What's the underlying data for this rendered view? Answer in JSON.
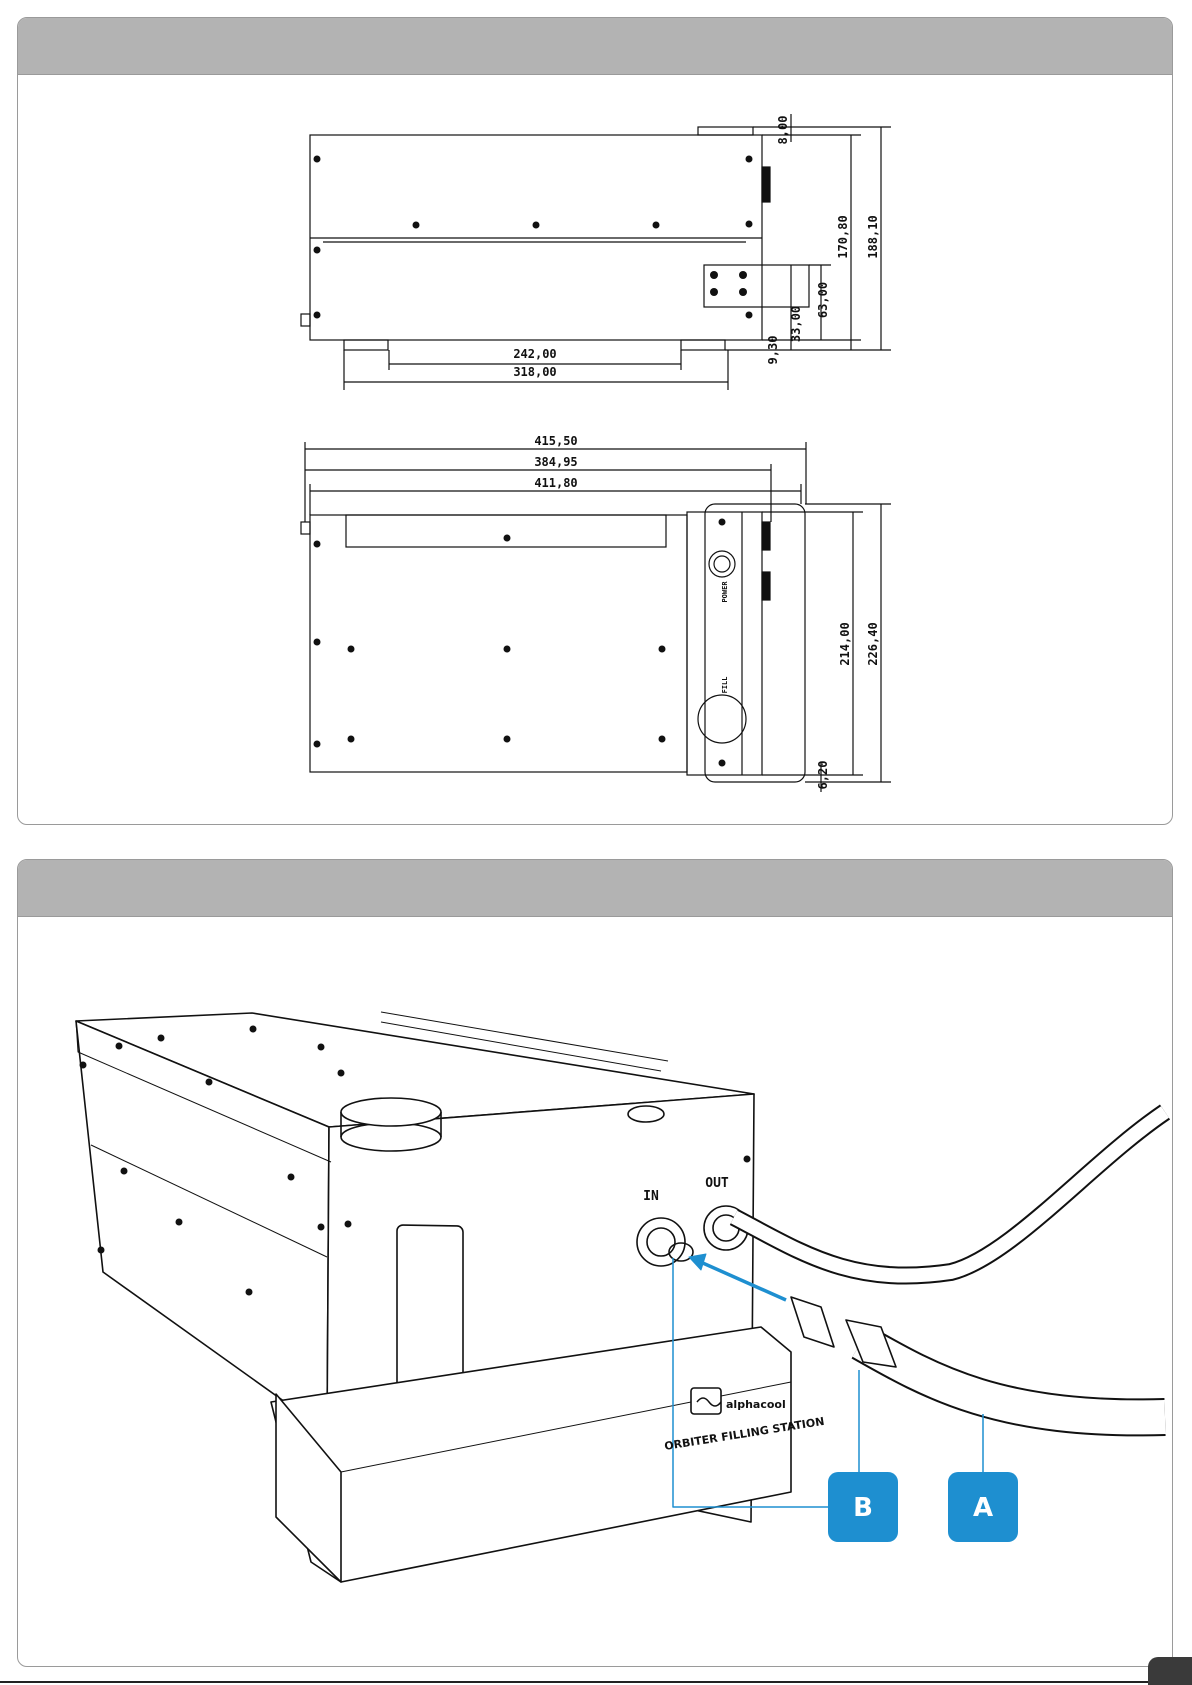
{
  "dimensions": {
    "side_view": {
      "top_offset": "8,00",
      "body_height": "170,80",
      "total_height": "188,10",
      "bracket_height": "63,00",
      "bracket_offset": "33,00",
      "foot_height": "9,30",
      "inner_feet_span": "242,00",
      "outer_feet_span": "318,00"
    },
    "top_view": {
      "total_length": "415,50",
      "body_to_bracket": "384,95",
      "body_length": "411,80",
      "bracket_depth": "214,00",
      "total_depth": "226,40",
      "bracket_lip": "6,20"
    }
  },
  "panel_labels": {
    "power": "POWER",
    "fill": "FILL"
  },
  "photo": {
    "port_in": "IN",
    "port_out": "OUT",
    "brand": "alphacool",
    "station_name": "ORBITER FILLING STATION"
  },
  "callouts": {
    "a": "A",
    "b": "B",
    "accent_color": "#1e8fd0"
  }
}
